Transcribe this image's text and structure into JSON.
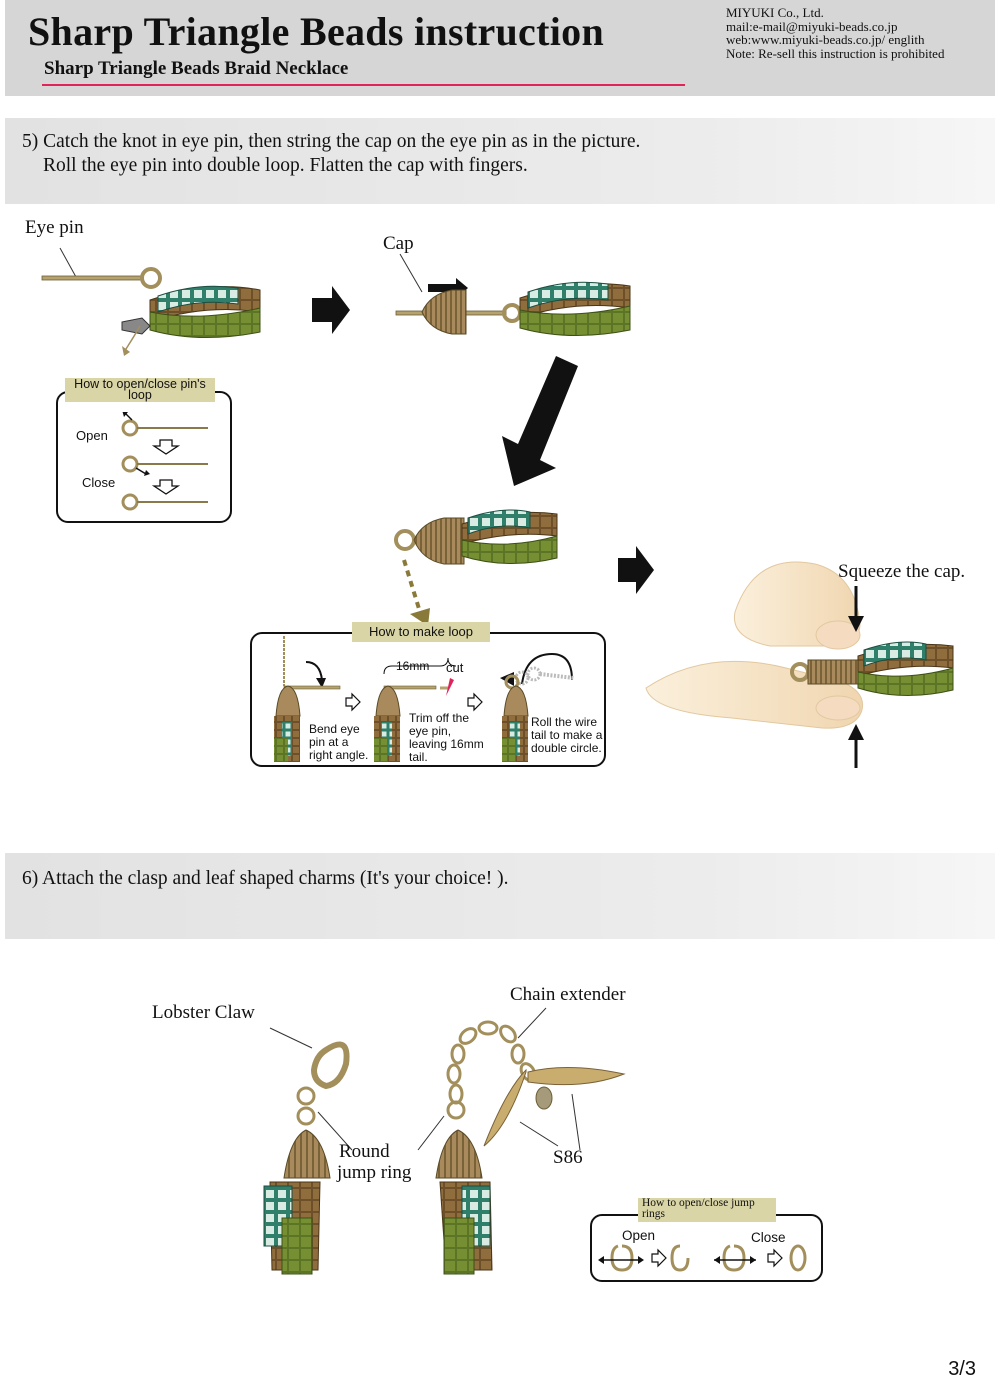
{
  "header": {
    "title": "Sharp Triangle Beads instruction",
    "subtitle": "Sharp Triangle Beads Braid Necklace",
    "company": "MIYUKI Co., Ltd.",
    "mail": "mail:e-mail@miyuki-beads.co.jp",
    "web": "web:www.miyuki-beads.co.jp/ englith",
    "note": "Note: Re-sell this instruction is prohibited"
  },
  "step5": {
    "line1": "5) Catch the knot in eye pin, then string the cap on the eye pin as in the picture.",
    "line2": "Roll the eye pin into double loop. Flatten the cap with fingers.",
    "eye_pin_label": "Eye pin",
    "cap_label": "Cap",
    "squeeze_label": "Squeeze the cap.",
    "pin_loop_box": {
      "title": "How to open/close pin's loop",
      "open": "Open",
      "close": "Close"
    },
    "make_loop_box": {
      "title": "How to make loop",
      "bend": "Bend eye pin at a right angle.",
      "measure": "16mm",
      "cut": "cut",
      "trim": "Trim off the eye pin, leaving 16mm tail.",
      "roll": "Roll the wire tail to make a double circle."
    }
  },
  "step6": {
    "line1": "6) Attach the clasp and leaf shaped charms  (It's your choice! ).",
    "lobster_label": "Lobster Claw",
    "chain_label": "Chain extender",
    "jump_ring_label_1": "Round",
    "jump_ring_label_2": "jump ring",
    "s86_label": "S86",
    "jump_box": {
      "title": "How to open/close jump rings",
      "open": "Open",
      "close": "Close"
    }
  },
  "page_number": "3/3",
  "colors": {
    "header_bg": "#d6d6d6",
    "accent_line": "#e0245a",
    "metal": "#a38f5c",
    "teal_bead": "#2f7f6a",
    "olive_bead": "#6f8a2e",
    "brown_bead": "#8a6a3a",
    "tag_bg": "#d9d5a6",
    "skin": "#f5e2c4"
  }
}
